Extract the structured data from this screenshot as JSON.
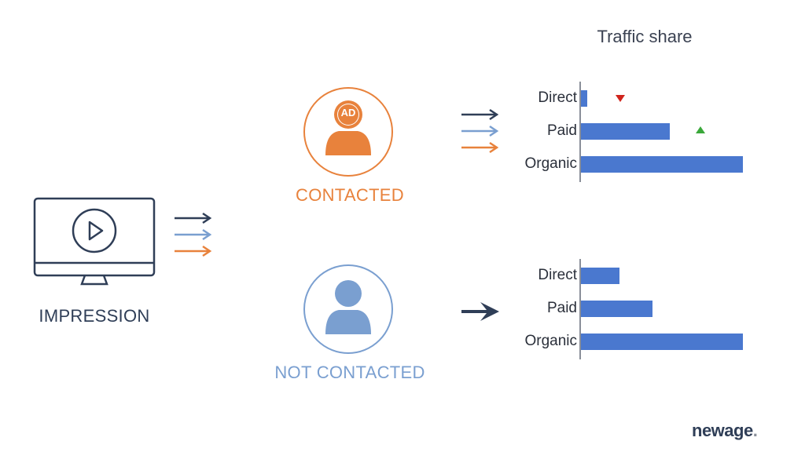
{
  "title": "Traffic share",
  "impression": {
    "label": "IMPRESSION"
  },
  "contacted": {
    "label": "CONTACTED",
    "badge": "AD"
  },
  "not_contacted": {
    "label": "NOT CONTACTED"
  },
  "colors": {
    "navy": "#2f3e57",
    "light_blue": "#7a9fd0",
    "orange": "#e8823c",
    "bar_blue": "#4a78cf",
    "down_red": "#d0241c",
    "up_green": "#3aa83a"
  },
  "chart_data": [
    {
      "type": "bar",
      "orientation": "horizontal",
      "group": "contacted",
      "categories": [
        "Direct",
        "Paid",
        "Organic"
      ],
      "values": [
        4,
        55,
        100
      ],
      "annotations": [
        {
          "category": "Direct",
          "marker": "down-triangle",
          "color": "#d0241c"
        },
        {
          "category": "Paid",
          "marker": "up-triangle",
          "color": "#3aa83a"
        }
      ],
      "xlim": [
        0,
        100
      ]
    },
    {
      "type": "bar",
      "orientation": "horizontal",
      "group": "not_contacted",
      "categories": [
        "Direct",
        "Paid",
        "Organic"
      ],
      "values": [
        24,
        44,
        100
      ],
      "xlim": [
        0,
        100
      ]
    }
  ],
  "brand": {
    "name": "newage",
    "suffix": "."
  }
}
